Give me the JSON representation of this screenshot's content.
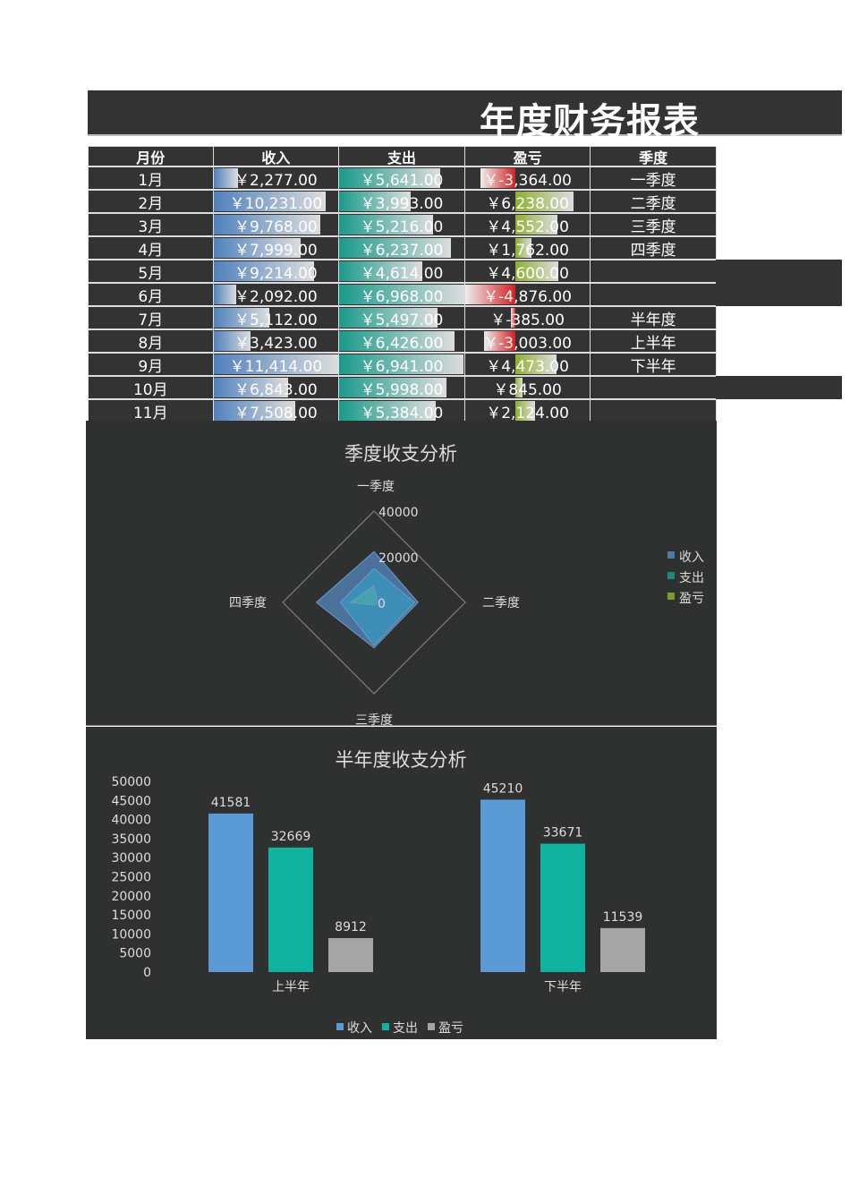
{
  "title": "年度财务报表",
  "table": {
    "headers": [
      "月份",
      "收入",
      "支出",
      "盈亏",
      "季度"
    ],
    "rows": [
      {
        "month": "1月",
        "income": "￥2,277.00",
        "expense": "￥5,641.00",
        "profit": "￥-3,364.00",
        "inc": 2277,
        "exp": 5641,
        "pro": -3364,
        "side": "一季度"
      },
      {
        "month": "2月",
        "income": "￥10,231.00",
        "expense": "￥3,993.00",
        "profit": "￥6,238.00",
        "inc": 10231,
        "exp": 3993,
        "pro": 6238,
        "side": "二季度"
      },
      {
        "month": "3月",
        "income": "￥9,768.00",
        "expense": "￥5,216.00",
        "profit": "￥4,552.00",
        "inc": 9768,
        "exp": 5216,
        "pro": 4552,
        "side": "三季度"
      },
      {
        "month": "4月",
        "income": "￥7,999.00",
        "expense": "￥6,237.00",
        "profit": "￥1,762.00",
        "inc": 7999,
        "exp": 6237,
        "pro": 1762,
        "side": "四季度"
      },
      {
        "month": "5月",
        "income": "￥9,214.00",
        "expense": "￥4,614.00",
        "profit": "￥4,600.00",
        "inc": 9214,
        "exp": 4614,
        "pro": 4600,
        "side": ""
      },
      {
        "month": "6月",
        "income": "￥2,092.00",
        "expense": "￥6,968.00",
        "profit": "￥-4,876.00",
        "inc": 2092,
        "exp": 6968,
        "pro": -4876,
        "side": ""
      },
      {
        "month": "7月",
        "income": "￥5,112.00",
        "expense": "￥5,497.00",
        "profit": "￥-385.00",
        "inc": 5112,
        "exp": 5497,
        "pro": -385,
        "side": "半年度"
      },
      {
        "month": "8月",
        "income": "￥3,423.00",
        "expense": "￥6,426.00",
        "profit": "￥-3,003.00",
        "inc": 3423,
        "exp": 6426,
        "pro": -3003,
        "side": "上半年"
      },
      {
        "month": "9月",
        "income": "￥11,414.00",
        "expense": "￥6,941.00",
        "profit": "￥4,473.00",
        "inc": 11414,
        "exp": 6941,
        "pro": 4473,
        "side": "下半年"
      },
      {
        "month": "10月",
        "income": "￥6,843.00",
        "expense": "￥5,998.00",
        "profit": "￥845.00",
        "inc": 6843,
        "exp": 5998,
        "pro": 845,
        "side": ""
      },
      {
        "month": "11月",
        "income": "￥7,508.00",
        "expense": "￥5,384.00",
        "profit": "￥2,124.00",
        "inc": 7508,
        "exp": 5384,
        "pro": 2124,
        "side": ""
      }
    ],
    "colors": {
      "income": "#4f81bd",
      "expense": "#1a9a8a",
      "negative": "#d42020",
      "positive": "#8db030"
    }
  },
  "chart_data": [
    {
      "type": "radar",
      "title": "季度收支分析",
      "categories": [
        "一季度",
        "二季度",
        "三季度",
        "四季度"
      ],
      "rlim": [
        0,
        40000
      ],
      "ticks": [
        "0",
        "20000",
        "40000"
      ],
      "legend": "right",
      "series": [
        {
          "name": "收入",
          "values": [
            22276,
            19305,
            19949,
            25261
          ],
          "color": "#4f7aa6"
        },
        {
          "name": "支出",
          "values": [
            14850,
            17819,
            18864,
            14807
          ],
          "color": "#1a8a80"
        },
        {
          "name": "盈亏",
          "values": [
            7426,
            1486,
            1085,
            10454
          ],
          "color": "#7a9a30"
        }
      ]
    },
    {
      "type": "bar",
      "title": "半年度收支分析",
      "categories": [
        "上半年",
        "下半年"
      ],
      "ylim": [
        0,
        50000
      ],
      "yticks": [
        "0",
        "5000",
        "10000",
        "15000",
        "20000",
        "25000",
        "30000",
        "35000",
        "40000",
        "45000",
        "50000"
      ],
      "legend": "bottom",
      "series": [
        {
          "name": "收入",
          "values": [
            41581,
            45210
          ],
          "color": "#5b9bd5"
        },
        {
          "name": "支出",
          "values": [
            32669,
            33671
          ],
          "color": "#0fb3a0"
        },
        {
          "name": "盈亏",
          "values": [
            8912,
            11539
          ],
          "color": "#a5a5a5"
        }
      ]
    }
  ]
}
